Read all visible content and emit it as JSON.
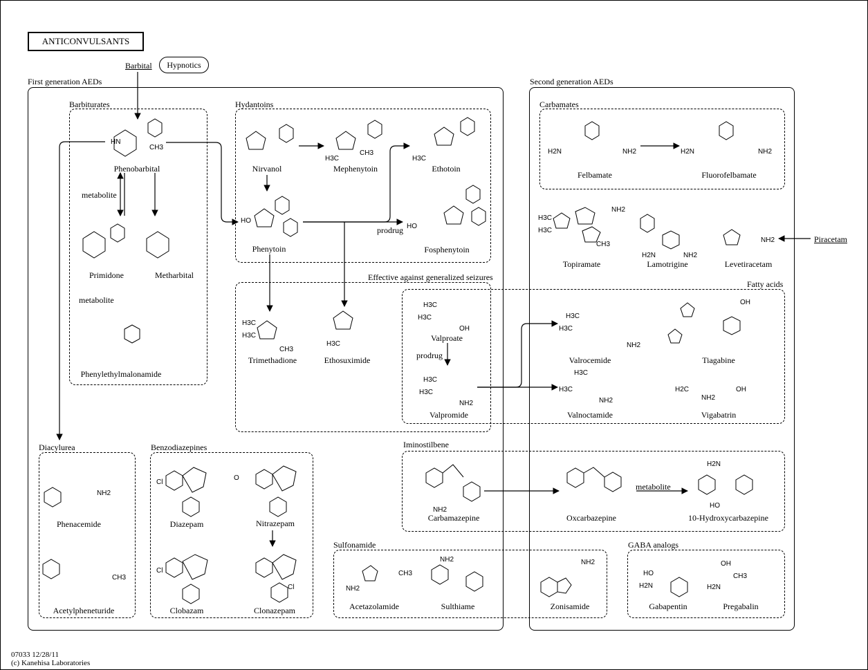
{
  "title": "ANTICONVULSANTS",
  "hypnotics_label": "Hypnotics",
  "links": {
    "barbital": "Barbital",
    "piracetam": "Piracetam"
  },
  "sections": {
    "first_gen": "First generation AEDs",
    "second_gen": "Second generation AEDs"
  },
  "groups": {
    "barbiturates": "Barbiturates",
    "hydantoins": "Hydantoins",
    "generalized": "Effective against generalized seizures",
    "carbamates": "Carbamates",
    "fatty_acids": "Fatty acids",
    "diacylurea": "Diacylurea",
    "benzodiazepines": "Benzodiazepines",
    "iminostilbene": "Iminostilbene",
    "sulfonamide": "Sulfonamide",
    "gaba_analogs": "GABA analogs"
  },
  "compounds": {
    "phenobarbital": "Phenobarbital",
    "primidone": "Primidone",
    "metharbital": "Metharbital",
    "phenylethylmalonamide": "Phenylethylmalonamide",
    "nirvanol": "Nirvanol",
    "mephenytoin": "Mephenytoin",
    "ethotoin": "Ethotoin",
    "phenytoin": "Phenytoin",
    "fosphenytoin": "Fosphenytoin",
    "trimethadione": "Trimethadione",
    "ethosuximide": "Ethosuximide",
    "valproate": "Valproate",
    "valpromide": "Valpromide",
    "felbamate": "Felbamate",
    "fluorofelbamate": "Fluorofelbamate",
    "topiramate": "Topiramate",
    "lamotrigine": "Lamotrigine",
    "levetiracetam": "Levetiracetam",
    "valrocemide": "Valrocemide",
    "tiagabine": "Tiagabine",
    "valnoctamide": "Valnoctamide",
    "vigabatrin": "Vigabatrin",
    "phenacemide": "Phenacemide",
    "acetylpheneturide": "Acetylpheneturide",
    "diazepam": "Diazepam",
    "nitrazepam": "Nitrazepam",
    "clobazam": "Clobazam",
    "clonazepam": "Clonazepam",
    "carbamazepine": "Carbamazepine",
    "oxcarbazepine": "Oxcarbazepine",
    "hydroxycarbazepine": "10-Hydroxycarbazepine",
    "acetazolamide": "Acetazolamide",
    "sulthiame": "Sulthiame",
    "zonisamide": "Zonisamide",
    "gabapentin": "Gabapentin",
    "pregabalin": "Pregabalin"
  },
  "edge_labels": {
    "metabolite_1": "metabolite",
    "metabolite_2": "metabolite",
    "metabolite_3": "metabolite",
    "prodrug_1": "prodrug",
    "prodrug_2": "prodrug"
  },
  "footer": {
    "map_id": "07033 12/28/11",
    "copyright": "(c) Kanehisa Laboratories"
  }
}
